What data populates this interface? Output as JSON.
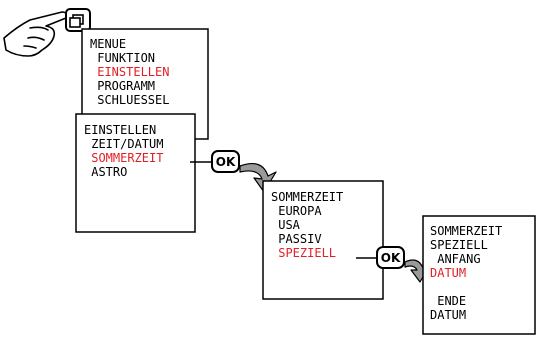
{
  "panels": {
    "menue": {
      "lines": [
        {
          "text": "MENUE",
          "highlight": false
        },
        {
          "text": " FUNKTION",
          "highlight": false
        },
        {
          "text": " EINSTELLEN",
          "highlight": true
        },
        {
          "text": " PROGRAMM",
          "highlight": false
        },
        {
          "text": " SCHLUESSEL",
          "highlight": false
        }
      ]
    },
    "einstellen": {
      "lines": [
        {
          "text": "EINSTELLEN",
          "highlight": false
        },
        {
          "text": " ZEIT/DATUM",
          "highlight": false
        },
        {
          "text": " SOMMERZEIT",
          "highlight": true
        },
        {
          "text": " ASTRO",
          "highlight": false
        }
      ]
    },
    "sommerzeit": {
      "lines": [
        {
          "text": "SOMMERZEIT",
          "highlight": false
        },
        {
          "text": " EUROPA",
          "highlight": false
        },
        {
          "text": " USA",
          "highlight": false
        },
        {
          "text": " PASSIV",
          "highlight": false
        },
        {
          "text": " SPEZIELL",
          "highlight": true
        }
      ]
    },
    "speziell": {
      "lines": [
        {
          "text": "SOMMERZEIT",
          "highlight": false
        },
        {
          "text": "SPEZIELL",
          "highlight": false
        },
        {
          "text": " ANFANG",
          "highlight": false
        },
        {
          "text": "DATUM",
          "highlight": true
        },
        {
          "text": "",
          "highlight": false
        },
        {
          "text": " ENDE",
          "highlight": false
        },
        {
          "text": "DATUM",
          "highlight": false
        }
      ]
    }
  },
  "buttons": {
    "ok_1": "OK",
    "ok_2": "OK"
  },
  "colors": {
    "highlight": "#e31f26",
    "text": "#000000"
  }
}
